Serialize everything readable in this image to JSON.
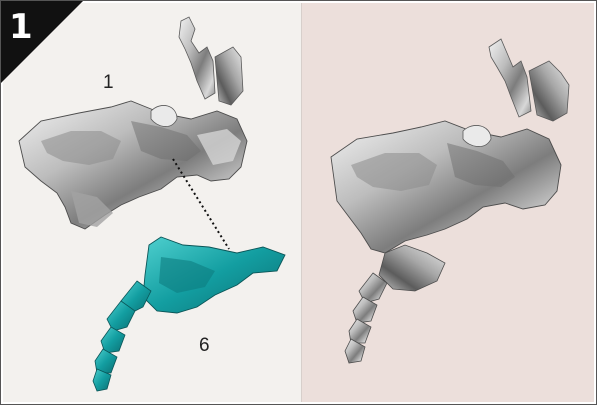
{
  "figure": {
    "step_number": "1",
    "labels": {
      "part_main": "1",
      "part_secondary": "6"
    },
    "colors": {
      "left_panel_bg": "#f3f1ee",
      "right_panel_bg": "#ecdfdb",
      "metal": "#b8b8b8",
      "teal_part": "#1aa6a8",
      "badge": "#111111"
    },
    "icons": {
      "left_model": "grey-metal-sculpture-icon",
      "teal_model": "teal-chain-fragment-icon",
      "right_model": "assembled-metal-sculpture-icon"
    }
  }
}
